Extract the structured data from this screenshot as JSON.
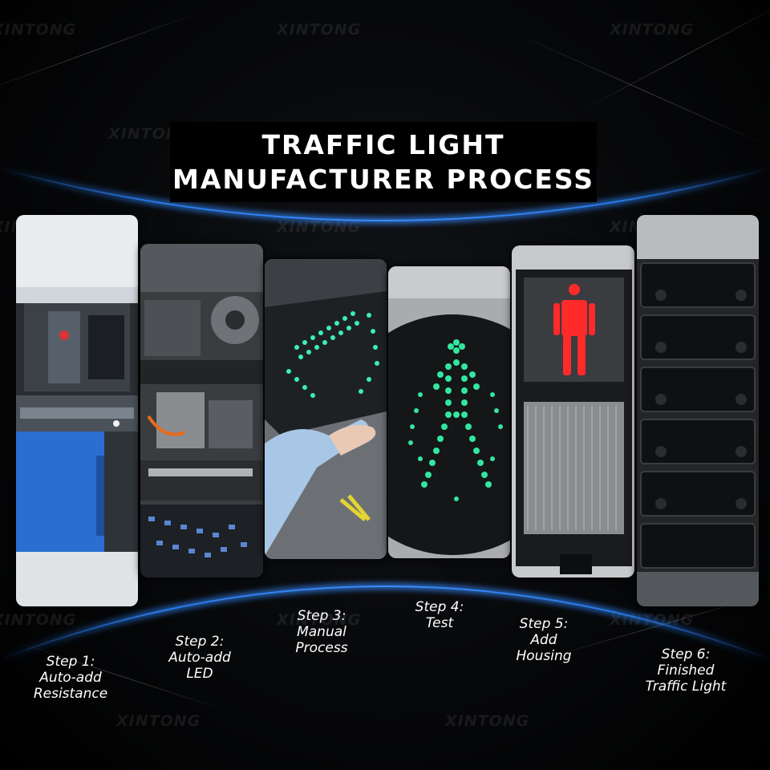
{
  "title": {
    "line1": "TRAFFIC LIGHT",
    "line2": "MANUFACTURER PROCESS"
  },
  "watermark": {
    "text": "XINTONG"
  },
  "colors": {
    "background": "#000000",
    "accent_blue": "#1e6fe0",
    "led_green": "#33e6a0",
    "led_red": "#ff2a2a",
    "text": "#ffffff"
  },
  "steps": [
    {
      "line1": "Step 1:",
      "line2": "Auto-add",
      "line3": "Resistance",
      "image": "auto-add-resistance-machine"
    },
    {
      "line1": "Step 2:",
      "line2": "Auto-add",
      "line3": "LED",
      "image": "auto-add-led-machine"
    },
    {
      "line1": "Step 3:",
      "line2": "Manual",
      "line3": "Process",
      "image": "manual-process-green-arrow-module"
    },
    {
      "line1": "Step 4:",
      "line2": "Test",
      "line3": "",
      "image": "test-green-pedestrian-light"
    },
    {
      "line1": "Step 5:",
      "line2": "Add",
      "line3": "Housing",
      "image": "add-housing-red-pedestrian-signal"
    },
    {
      "line1": "Step 6:",
      "line2": "Finished",
      "line3": "Traffic Light",
      "image": "finished-traffic-lights-stack"
    }
  ]
}
